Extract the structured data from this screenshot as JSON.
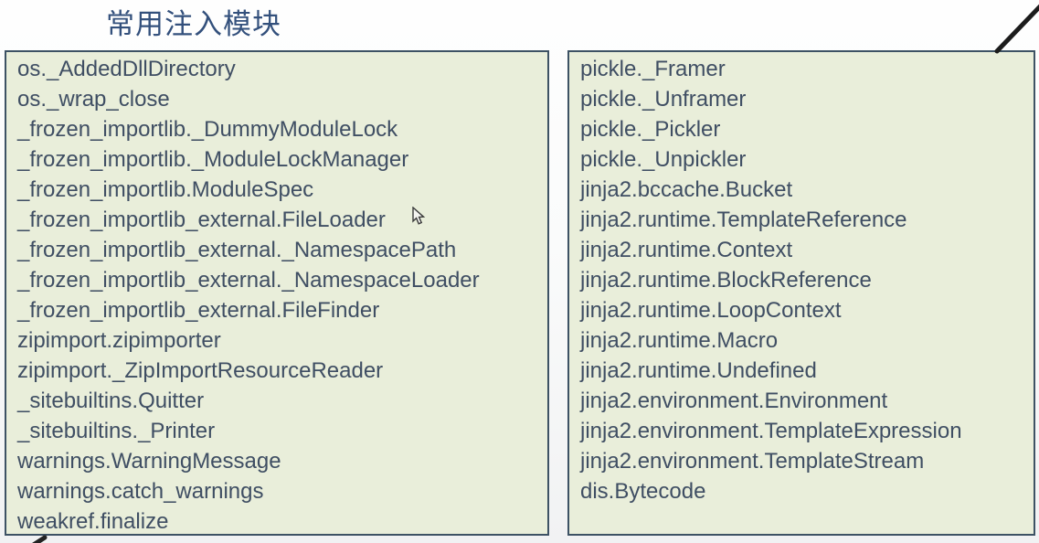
{
  "header": {
    "title": "常用注入模块"
  },
  "panels": {
    "left": {
      "items": [
        "os._AddedDllDirectory",
        "os._wrap_close",
        "_frozen_importlib._DummyModuleLock",
        "_frozen_importlib._ModuleLockManager",
        "_frozen_importlib.ModuleSpec",
        "_frozen_importlib_external.FileLoader",
        "_frozen_importlib_external._NamespacePath",
        "_frozen_importlib_external._NamespaceLoader",
        "_frozen_importlib_external.FileFinder",
        "zipimport.zipimporter",
        "zipimport._ZipImportResourceReader",
        "_sitebuiltins.Quitter",
        "_sitebuiltins._Printer",
        "warnings.WarningMessage",
        "warnings.catch_warnings",
        "weakref.finalize"
      ]
    },
    "right": {
      "items": [
        "pickle._Framer",
        "pickle._Unframer",
        "pickle._Pickler",
        "pickle._Unpickler",
        "jinja2.bccache.Bucket",
        "jinja2.runtime.TemplateReference",
        "jinja2.runtime.Context",
        "jinja2.runtime.BlockReference",
        "jinja2.runtime.LoopContext",
        "jinja2.runtime.Macro",
        "jinja2.runtime.Undefined",
        "jinja2.environment.Environment",
        "jinja2.environment.TemplateExpression",
        "jinja2.environment.TemplateStream",
        "dis.Bytecode"
      ]
    }
  },
  "icons": {
    "cursor": "mouse-pointer-arrow",
    "pen_stroke_top_right": "diagonal-annotation-line",
    "pen_stroke_bottom_left": "annotation-mark"
  },
  "colors": {
    "panel_background": "#e9eeda",
    "panel_border": "#3d5264",
    "text": "#3f4e63",
    "title": "#33507c",
    "annotation_stroke": "#1c1c1c"
  }
}
